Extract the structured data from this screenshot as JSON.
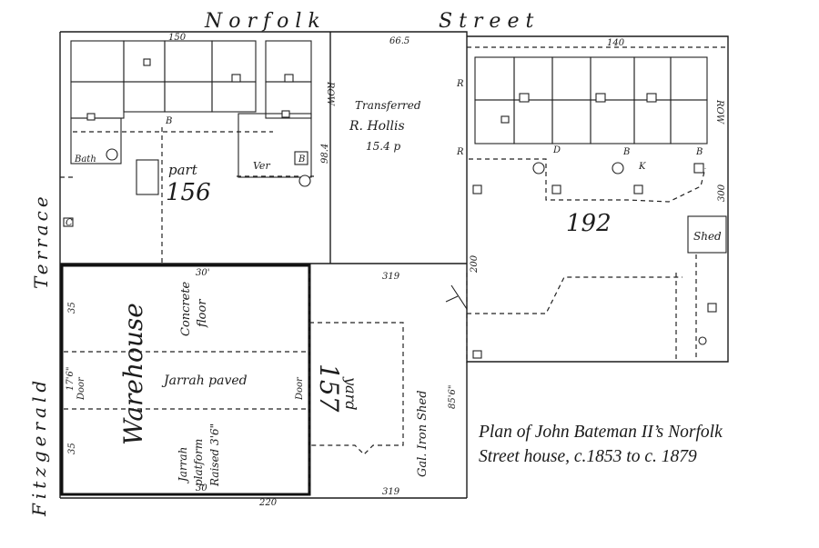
{
  "streets": {
    "norfolk_1": "Norfolk",
    "norfolk_2": "Street",
    "terrace": "Terrace",
    "fitzgerald": "Fitzgerald"
  },
  "lots": {
    "part": "part",
    "part_num": "156",
    "transferred_1": "Transferred",
    "transferred_2": "R. Hollis",
    "transferred_3": "15.4 p",
    "lot_192": "192",
    "lot_157": "157",
    "yard": "yard"
  },
  "buildings": {
    "warehouse": "Warehouse",
    "concrete_floor_1": "Concrete",
    "concrete_floor_2": "floor",
    "jarrah_paved": "Jarrah paved",
    "platform_1": "Jarrah",
    "platform_2": "platform",
    "platform_3": "Raised 3'6\"",
    "door_1": "Door",
    "door_2": "Door",
    "door_w": "17'6\"",
    "shed": "Shed",
    "iron_shed": "Gal. Iron Shed",
    "ver": "Ver"
  },
  "measurements": {
    "m_150": "150",
    "m_665": "66.5",
    "m_140": "140",
    "m_30": "30'",
    "m_35a": "35",
    "m_35b": "35",
    "m_30b": "30",
    "m_319a": "319",
    "m_319b": "319",
    "m_200": "200",
    "m_220": "220",
    "m_856": "85'6\"",
    "m_984": "98.4",
    "m_300": "300"
  },
  "markers": {
    "b": "B",
    "k": "K",
    "d": "D",
    "r": "R",
    "c": "C",
    "bath": "Bath",
    "row": "ROW"
  },
  "caption": {
    "line1": "Plan of John Bateman II’s Norfolk",
    "line2": "Street house, c.1853 to c. 1879"
  }
}
